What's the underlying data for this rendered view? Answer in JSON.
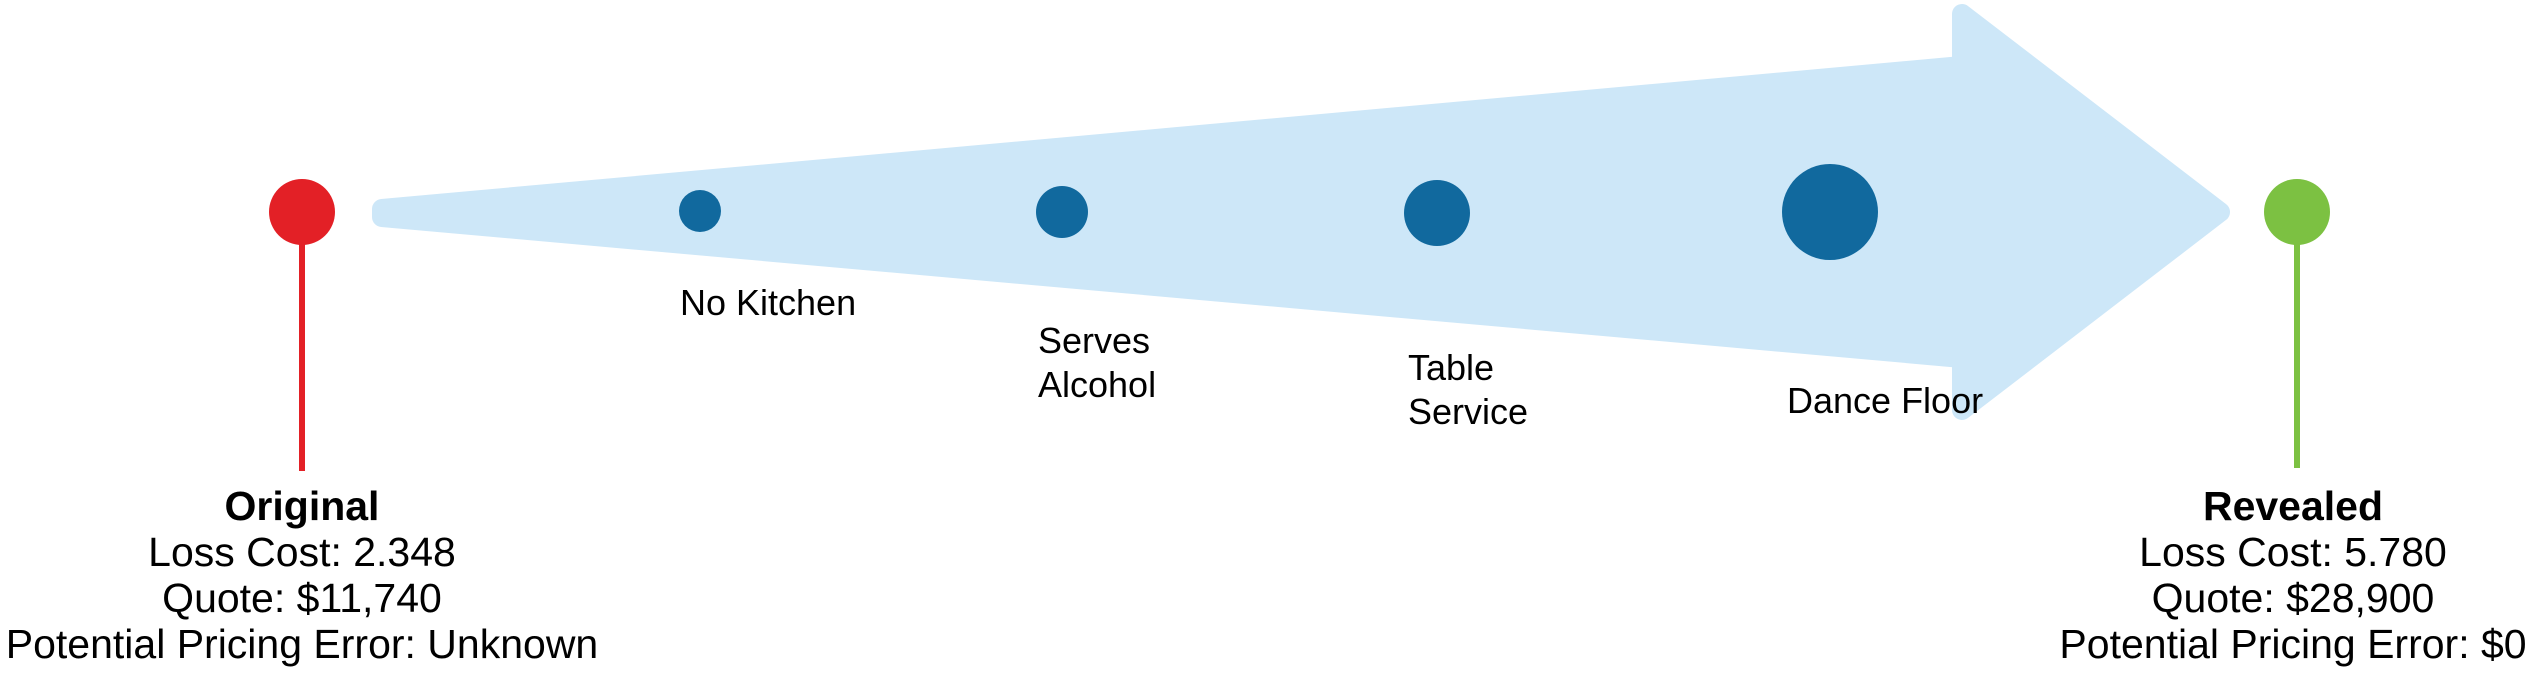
{
  "diagram_name": "pricing-progression",
  "colors": {
    "arrow": "#cde7f8",
    "factor_dot": "#11699e",
    "original_marker": "#e32026",
    "revealed_marker": "#7cc142",
    "text": "#000000"
  },
  "original": {
    "title": "Original",
    "loss_cost": "Loss Cost: 2.348",
    "quote": "Quote: $11,740",
    "pricing_error": "Potential Pricing Error: Unknown"
  },
  "revealed": {
    "title": "Revealed",
    "loss_cost": "Loss Cost: 5.780",
    "quote": "Quote: $28,900",
    "pricing_error": "Potential Pricing Error: $0"
  },
  "factors": [
    {
      "label": "No Kitchen"
    },
    {
      "label": "Serves Alcohol"
    },
    {
      "label": "Table Service"
    },
    {
      "label": "Dance Floor"
    }
  ]
}
